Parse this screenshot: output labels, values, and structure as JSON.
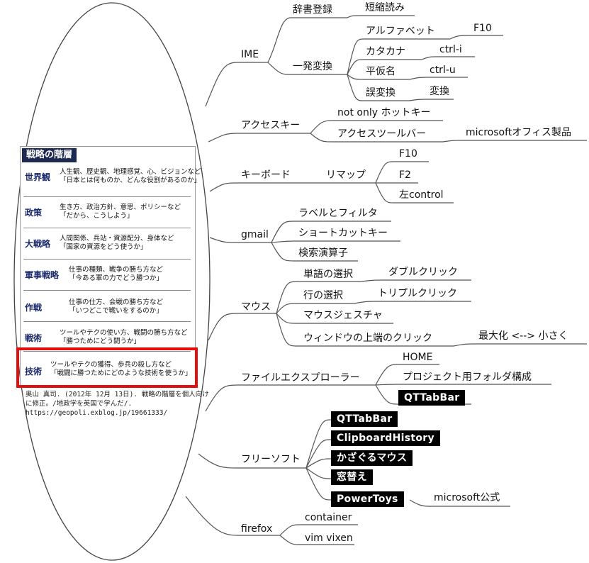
{
  "pyramid": {
    "title": "戦略の階層",
    "levels": [
      {
        "label": "世界観",
        "line1": "人生観、歴史観、地理感覚、心、ビジョンなど",
        "line2": "「日本とは何ものか、どんな役割があるのか」"
      },
      {
        "label": "政策",
        "line1": "生き方、政治方針、意思、ポリシーなど",
        "line2": "「だから、こうしよう」"
      },
      {
        "label": "大戦略",
        "line1": "人間関係、兵站・資源配分、身体など",
        "line2": "「国家の資源をどう使うか」"
      },
      {
        "label": "軍事戦略",
        "line1": "仕事の種類、戦争の勝ち方など",
        "line2": "「今ある軍の力でどう勝つか」"
      },
      {
        "label": "作戦",
        "line1": "仕事の仕方、会戦の勝ち方など",
        "line2": "「いつどこで戦いをするのか」"
      },
      {
        "label": "戦術",
        "line1": "ツールやテクの使い方、戦闘の勝ち方など",
        "line2": "「勝つためにどう闘うか」"
      },
      {
        "label": "技術",
        "line1": "ツールやテクの獲得、歩兵の殺し方など",
        "line2": "「戦闘に勝つためにどのような技術を使うか」"
      }
    ],
    "citation": "奥山 真司. (2012年 12月 13日). 戦略の階層を個人向けに修正。/地政学を英国で学んだ/. https://geopoli.exblog.jp/19661333/"
  },
  "mindmap": {
    "ime": {
      "label": "IME",
      "dict": "辞書登録",
      "dict_sub": "短縮読み",
      "ikkatsu": "一発変換",
      "alpha": "アルファベット",
      "alpha_key": "F10",
      "kata": "カタカナ",
      "kata_key": "ctrl-i",
      "hira": "平仮名",
      "hira_key": "ctrl-u",
      "err": "誤変換",
      "err_key": "変換"
    },
    "access": {
      "label": "アクセスキー",
      "hotkey": "not only ホットキー",
      "toolbar": "アクセスツールバー",
      "office": "microsoftオフィス製品"
    },
    "keyboard": {
      "label": "キーボード",
      "remap": "リマップ",
      "f10": "F10",
      "f2": "F2",
      "lctrl": "左control"
    },
    "gmail": {
      "label": "gmail",
      "filter": "ラベルとフィルタ",
      "shortcut": "ショートカットキー",
      "search": "検索演算子"
    },
    "mouse": {
      "label": "マウス",
      "word": "単語の選択",
      "word_act": "ダブルクリック",
      "line": "行の選択",
      "line_act": "トリプルクリック",
      "gesture": "マウスジェスチャ",
      "titlebar": "ウィンドウの上端のクリック",
      "titlebar_act": "最大化 <--> 小さく"
    },
    "explorer": {
      "label": "ファイルエクスプローラー",
      "home": "HOME",
      "folders": "プロジェクト用フォルダ構成",
      "qttab": "QTTabBar"
    },
    "freesoft": {
      "label": "フリーソフト",
      "items": [
        "QTTabBar",
        "ClipboardHistory",
        "かざぐるマウス",
        "窓替え",
        "PowerToys"
      ],
      "powertoys_note": "microsoft公式"
    },
    "firefox": {
      "label": "firefox",
      "container": "container",
      "vim": "vim vixen"
    }
  }
}
